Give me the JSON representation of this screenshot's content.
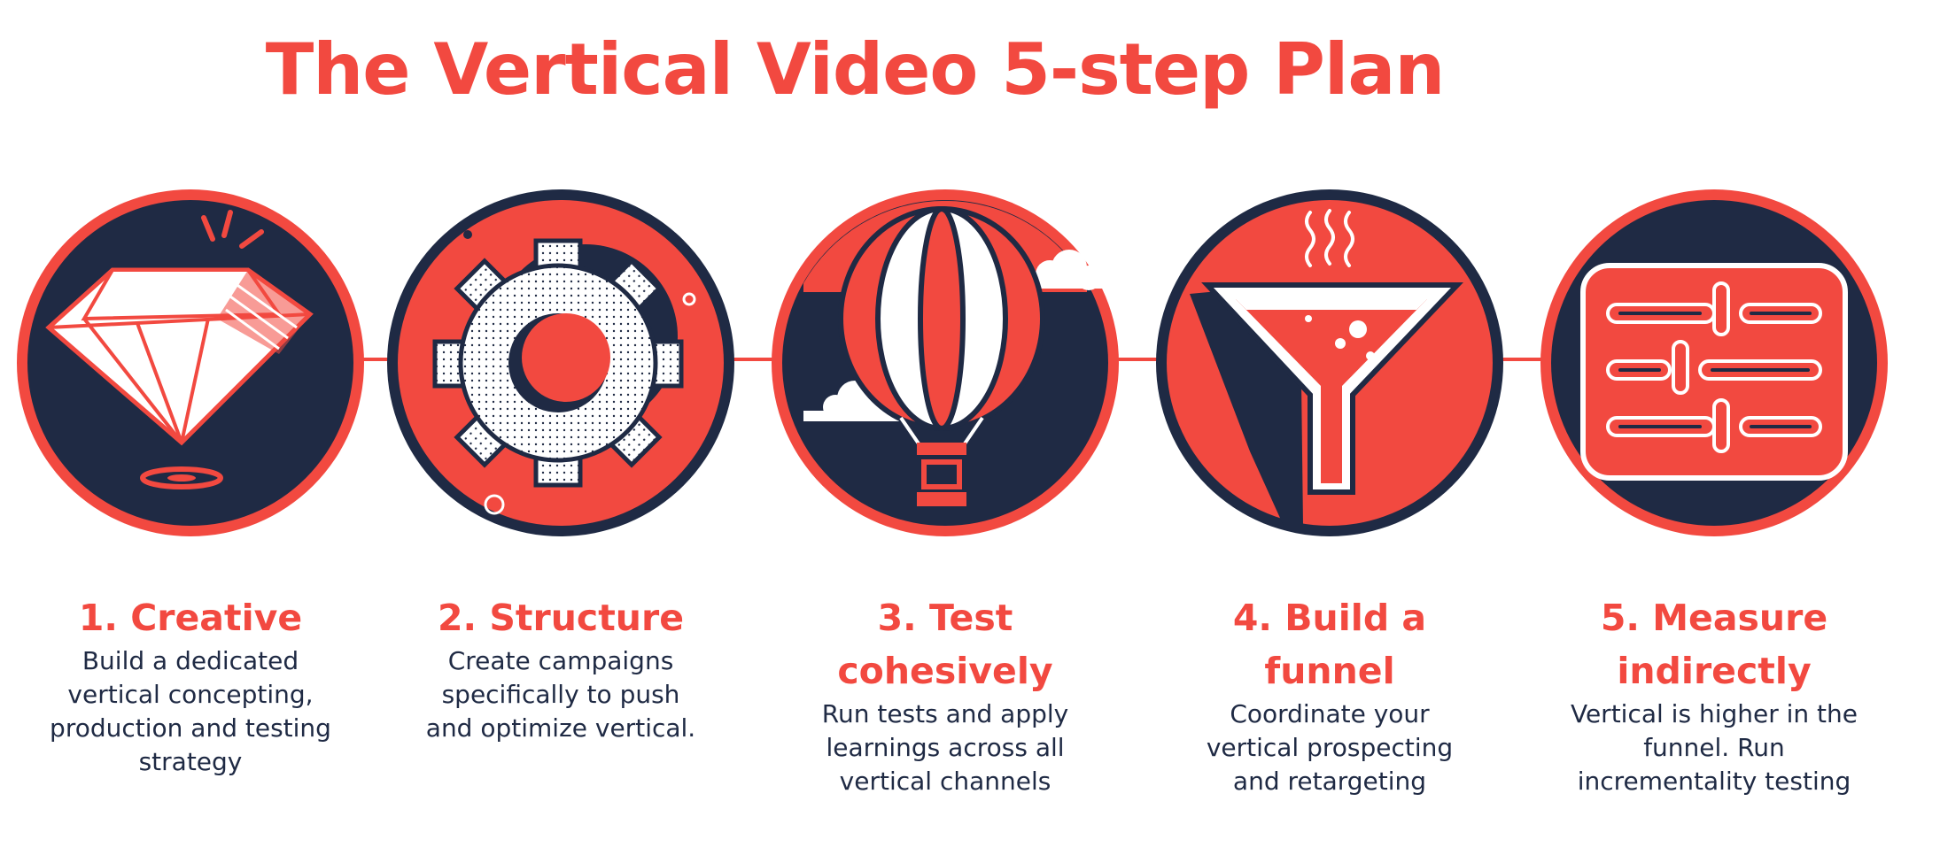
{
  "title": "The Vertical Video 5-step Plan",
  "colors": {
    "accent": "#f24940",
    "navy": "#1f2a44",
    "white": "#ffffff"
  },
  "steps": [
    {
      "icon": "diamond-icon",
      "title": "1. Creative",
      "description": "Build a dedicated vertical concepting, production and testing strategy"
    },
    {
      "icon": "gear-icon",
      "title": "2. Structure",
      "description": "Create campaigns specifically to push and optimize vertical."
    },
    {
      "icon": "hot-air-balloon-icon",
      "title": "3. Test cohesively",
      "description": "Run tests and apply learnings across all vertical channels"
    },
    {
      "icon": "funnel-icon",
      "title": "4. Build a funnel",
      "description": "Coordinate your vertical prospecting and retargeting"
    },
    {
      "icon": "sliders-icon",
      "title": "5. Measure indirectly",
      "description": "Vertical is higher in the funnel. Run incrementality testing"
    }
  ]
}
